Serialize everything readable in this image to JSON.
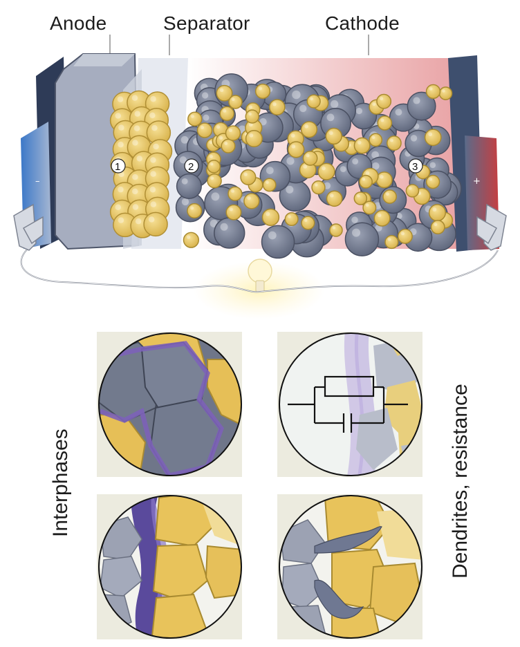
{
  "labels": {
    "anode": "Anode",
    "separator": "Separator",
    "cathode": "Cathode",
    "left_side": "Interphases",
    "right_side": "Dendrites, resistance"
  },
  "markers": [
    "1",
    "2",
    "3"
  ],
  "terminals": {
    "negative": "–",
    "positive": "+"
  },
  "colors": {
    "active_gray": "#7d8497",
    "active_yellow": "#e9c96a",
    "interphase_purple": "#7b63b5",
    "anode_blue": "#3d78c6",
    "cathode_red": "#c9484a"
  }
}
